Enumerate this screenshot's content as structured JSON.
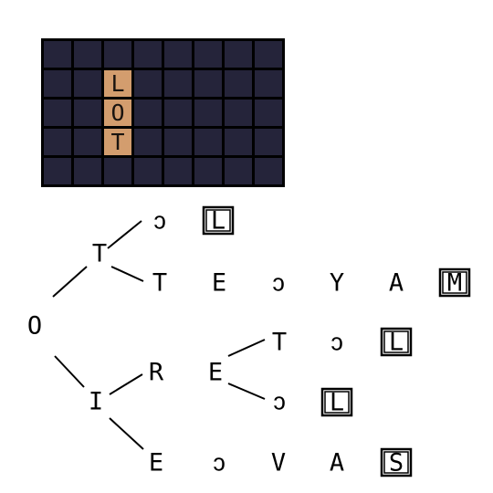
{
  "board": {
    "rows": 5,
    "cols": 8,
    "tiles": [
      {
        "row": 1,
        "col": 2,
        "letter": "L"
      },
      {
        "row": 2,
        "col": 2,
        "letter": "O"
      },
      {
        "row": 3,
        "col": 2,
        "letter": "T"
      }
    ]
  },
  "colors": {
    "board_bg": "#25243a",
    "grid_line": "#000000",
    "tile": "#d39d6e"
  },
  "tree": {
    "root": "O",
    "upper_branch": "T",
    "upper_word_end": "L",
    "upper_chain": [
      "T",
      "E",
      "ↄ",
      "Y",
      "A"
    ],
    "upper_chain_end": "M",
    "lower_branch": "I",
    "lower_mid": "R",
    "lower_mid_next": "E",
    "lower_e_upper": [
      "T",
      "ↄ"
    ],
    "lower_e_upper_end": "L",
    "lower_e_lower_end": "L",
    "lower_chain": [
      "E",
      "ↄ",
      "V",
      "A"
    ],
    "lower_chain_end": "S",
    "back_symbol": "ↄ"
  }
}
